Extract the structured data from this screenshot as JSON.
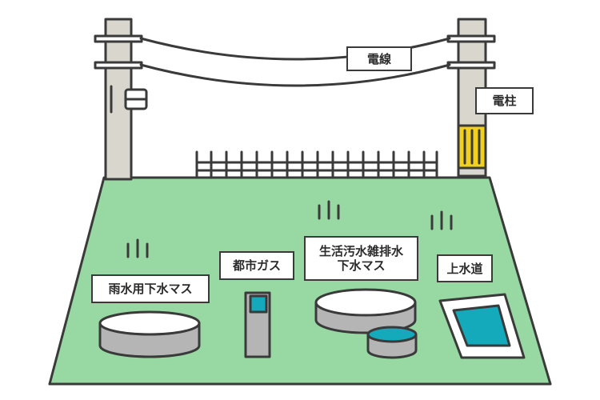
{
  "labels": {
    "power_line": "電線",
    "utility_pole": "電柱",
    "city_gas": "都市ガス",
    "rainwater_manhole": "雨水用下水マス",
    "wastewater_manhole_line1": "生活汚水雑排水",
    "wastewater_manhole_line2": "下水マス",
    "water_supply": "上水道"
  },
  "colors": {
    "outline": "#3a3a3a",
    "lawn": "#98d9a3",
    "pole": "#d9d7cd",
    "manhole_gray": "#b5b5b5",
    "water_teal": "#14aabb",
    "warning_yellow": "#f2d01e"
  }
}
